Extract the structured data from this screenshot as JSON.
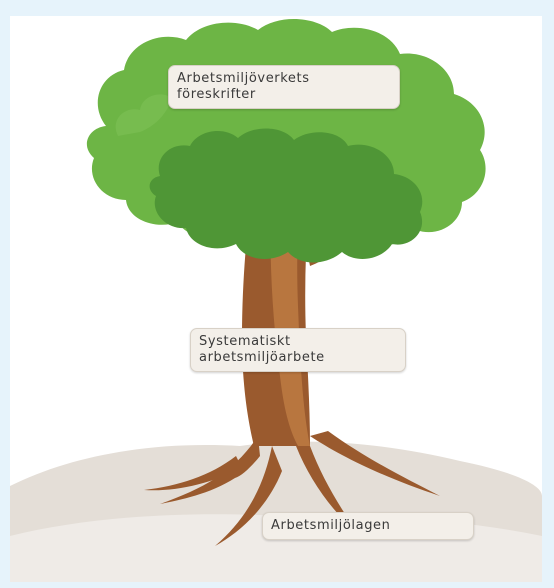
{
  "labels": {
    "top": {
      "line1": "Arbetsmiljöverkets",
      "line2": "föreskrifter"
    },
    "middle": {
      "line1": "Systematiskt",
      "line2": "arbetsmiljöarbete"
    },
    "bottom": {
      "text": "Arbetsmiljölagen"
    }
  },
  "colors": {
    "background_frame": "#e6f3fb",
    "canopy_light": "#6db545",
    "canopy_dark": "#4e9434",
    "trunk": "#9a5a2e",
    "trunk_highlight": "#c58a55",
    "ground": "#e3ddd6",
    "label_fill": "#f3efe9"
  }
}
